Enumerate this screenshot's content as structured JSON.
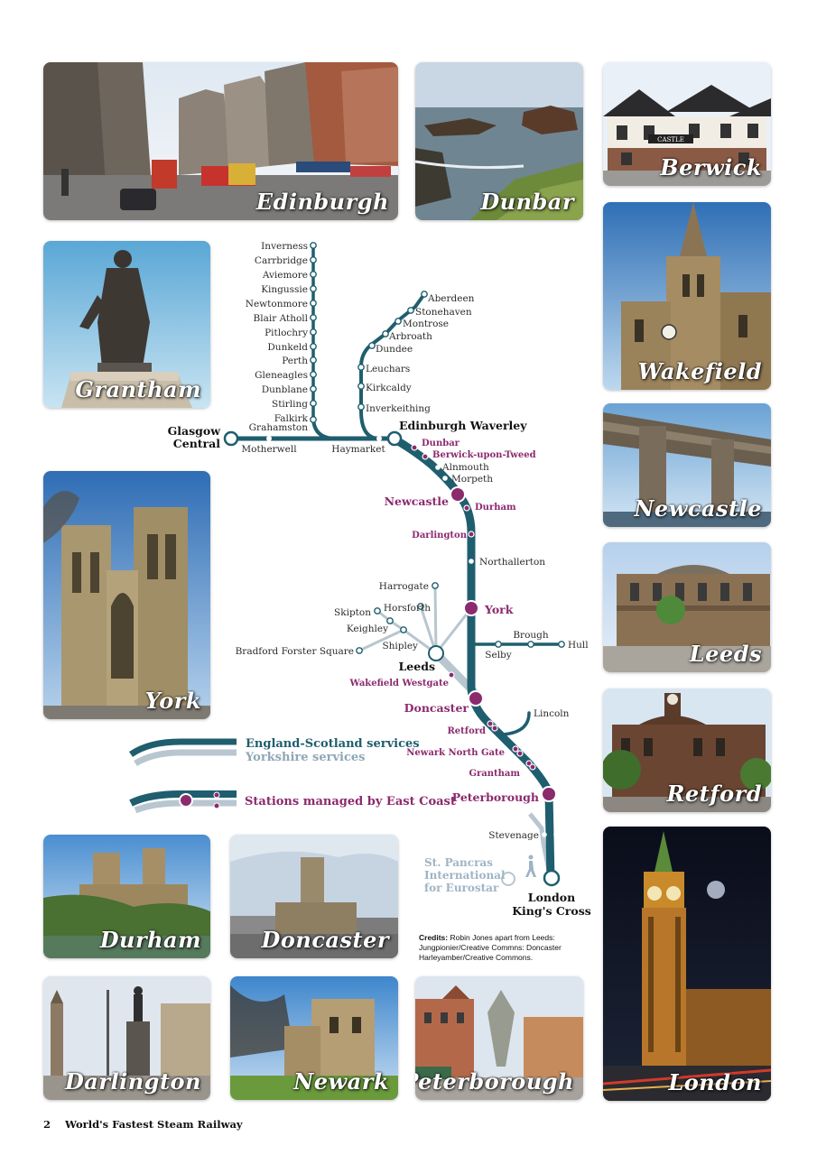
{
  "photos": [
    {
      "caption": "Edinburgh"
    },
    {
      "caption": "Dunbar"
    },
    {
      "caption": "Berwick"
    },
    {
      "caption": "Grantham"
    },
    {
      "caption": "Wakefield"
    },
    {
      "caption": "Newcastle"
    },
    {
      "caption": "York"
    },
    {
      "caption": "Leeds"
    },
    {
      "caption": "Retford"
    },
    {
      "caption": "Durham"
    },
    {
      "caption": "Doncaster"
    },
    {
      "caption": "London"
    },
    {
      "caption": "Darlington"
    },
    {
      "caption": "Newark"
    },
    {
      "caption": "Peterborough"
    }
  ],
  "photo_signs": {
    "castle": "CASTLE"
  },
  "map": {
    "highland_stations": [
      "Inverness",
      "Carrbridge",
      "Aviemore",
      "Kingussie",
      "Newtonmore",
      "Blair Atholl",
      "Pitlochry",
      "Dunkeld",
      "Perth",
      "Gleneagles",
      "Dunblane",
      "Stirling",
      "Falkirk Grahamston"
    ],
    "aberdeen_stations": [
      "Aberdeen",
      "Stonehaven",
      "Montrose",
      "Arbroath",
      "Dundee",
      "Leuchars",
      "Kirkcaldy",
      "Inverkeithing"
    ],
    "glasgow_line": {
      "glasgow": "Glasgow Central",
      "motherwell": "Motherwell",
      "haymarket": "Haymarket"
    },
    "edinburgh": "Edinburgh Waverley",
    "main_line_managed": [
      "Dunbar",
      "Berwick-upon-Tweed",
      "Durham",
      "Darlington",
      "Wakefield Westgate",
      "Retford",
      "Newark North Gate",
      "Grantham"
    ],
    "main_line_other": [
      "Alnmouth",
      "Morpeth",
      "Northallerton",
      "Stevenage"
    ],
    "major_managed": [
      "Newcastle",
      "York",
      "Doncaster",
      "Peterborough"
    ],
    "leeds_branch": [
      "Harrogate",
      "Horsforth",
      "Skipton",
      "Keighley",
      "Shipley",
      "Bradford Forster Square"
    ],
    "leeds": "Leeds",
    "hull_branch": [
      "Selby",
      "Brough",
      "Hull"
    ],
    "lincoln": "Lincoln",
    "london": "London King's Cross",
    "st_pancras": "St. Pancras International for Eurostar"
  },
  "legend": {
    "england_scotland": "England-Scotland services",
    "yorkshire": "Yorkshire services",
    "managed": "Stations managed by East Coast"
  },
  "credits": {
    "label": "Credits:",
    "text": "Robin Jones apart from Leeds: Jungpionier/Creative Commns: Doncaster Harleyamber/Creative Commons."
  },
  "footer": {
    "page_number": "2",
    "title": "World's Fastest Steam Railway"
  },
  "colors": {
    "main_line": "#1f5e6e",
    "yorkshire_line": "#b8c6d0",
    "managed_station": "#8c2a6e",
    "eurostar": "#9fb4c4"
  }
}
